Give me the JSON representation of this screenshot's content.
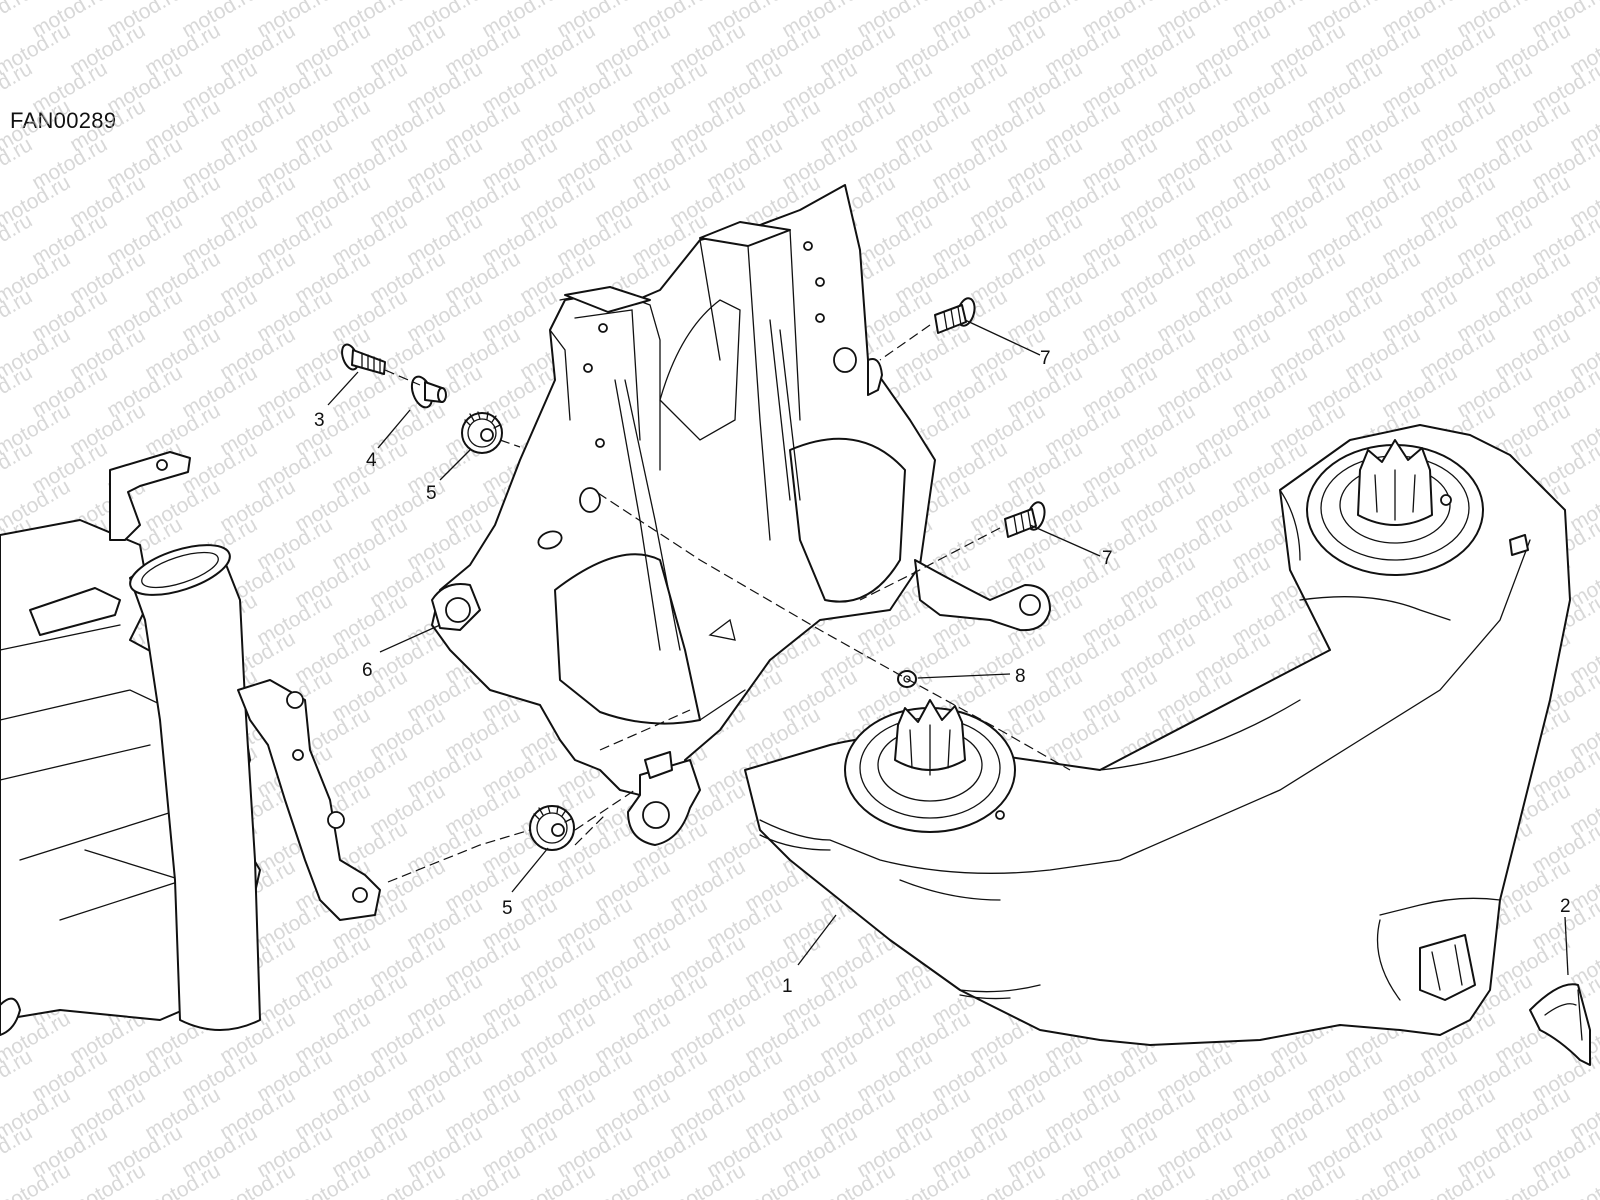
{
  "diagram_code": "FAN00289",
  "watermark": "motod.ru",
  "callouts": [
    {
      "id": "c1",
      "label": "1"
    },
    {
      "id": "c2",
      "label": "2"
    },
    {
      "id": "c3",
      "label": "3"
    },
    {
      "id": "c4",
      "label": "4"
    },
    {
      "id": "c5a",
      "label": "5"
    },
    {
      "id": "c5b",
      "label": "5"
    },
    {
      "id": "c6",
      "label": "6"
    },
    {
      "id": "c7a",
      "label": "7"
    },
    {
      "id": "c7b",
      "label": "7"
    },
    {
      "id": "c8",
      "label": "8"
    }
  ]
}
